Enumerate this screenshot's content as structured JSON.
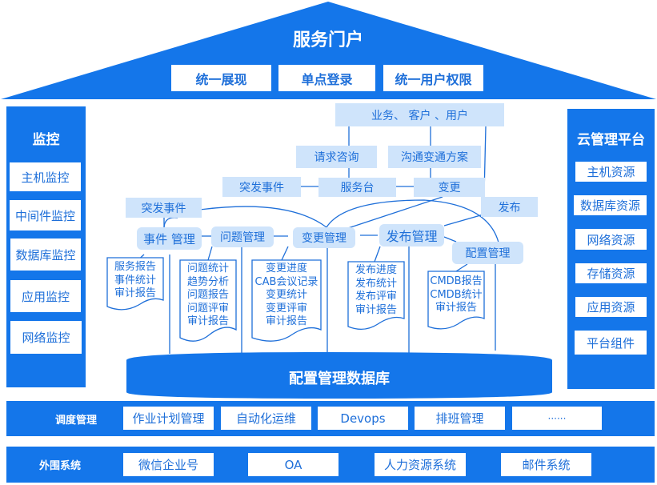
{
  "portal": {
    "title": "服务门户",
    "items": [
      "统一展现",
      "单点登录",
      "统一用户权限"
    ]
  },
  "monitoring": {
    "title": "监控",
    "items": [
      "主机监控",
      "中间件监控",
      "数据库监控",
      "应用监控",
      "网络监控"
    ]
  },
  "cloud": {
    "title": "云管理平台",
    "items": [
      "主机资源",
      "数据库资源",
      "网络资源",
      "存储资源",
      "应用资源",
      "平台组件"
    ]
  },
  "flow": {
    "business": "业务、 客户 、用户",
    "request": "请求咨询",
    "communicate": "沟通变通方案",
    "incident_top": "突发事件",
    "service_desk": "服务台",
    "change": "变更",
    "incident_left": "突发事件",
    "release": "发布"
  },
  "processes": [
    {
      "name": "事件 管理",
      "reports": [
        "服务报告",
        "事件统计",
        "审计报告"
      ]
    },
    {
      "name": "问题管理",
      "reports": [
        "问题统计",
        "趋势分析",
        "问题报告",
        "问题评审",
        "审计报告"
      ]
    },
    {
      "name": "变更管理",
      "reports": [
        "变更进度",
        "CAB会议记录",
        "变更统计",
        "变更评审",
        "审计报告"
      ]
    },
    {
      "name": "发布管理",
      "reports": [
        "发布进度",
        "发布统计",
        "发布评审",
        "审计报告"
      ]
    },
    {
      "name": "配置管理",
      "reports": [
        "CMDB报告",
        "CMDB统计",
        "审计报告"
      ]
    }
  ],
  "cmdb": "配置管理数据库",
  "scheduling": {
    "title": "调度管理",
    "items": [
      "作业计划管理",
      "自动化运维",
      "Devops",
      "排班管理",
      "······"
    ]
  },
  "external": {
    "title": "外围系统",
    "items": [
      "微信企业号",
      "OA",
      "人力资源系统",
      "邮件系统"
    ]
  }
}
